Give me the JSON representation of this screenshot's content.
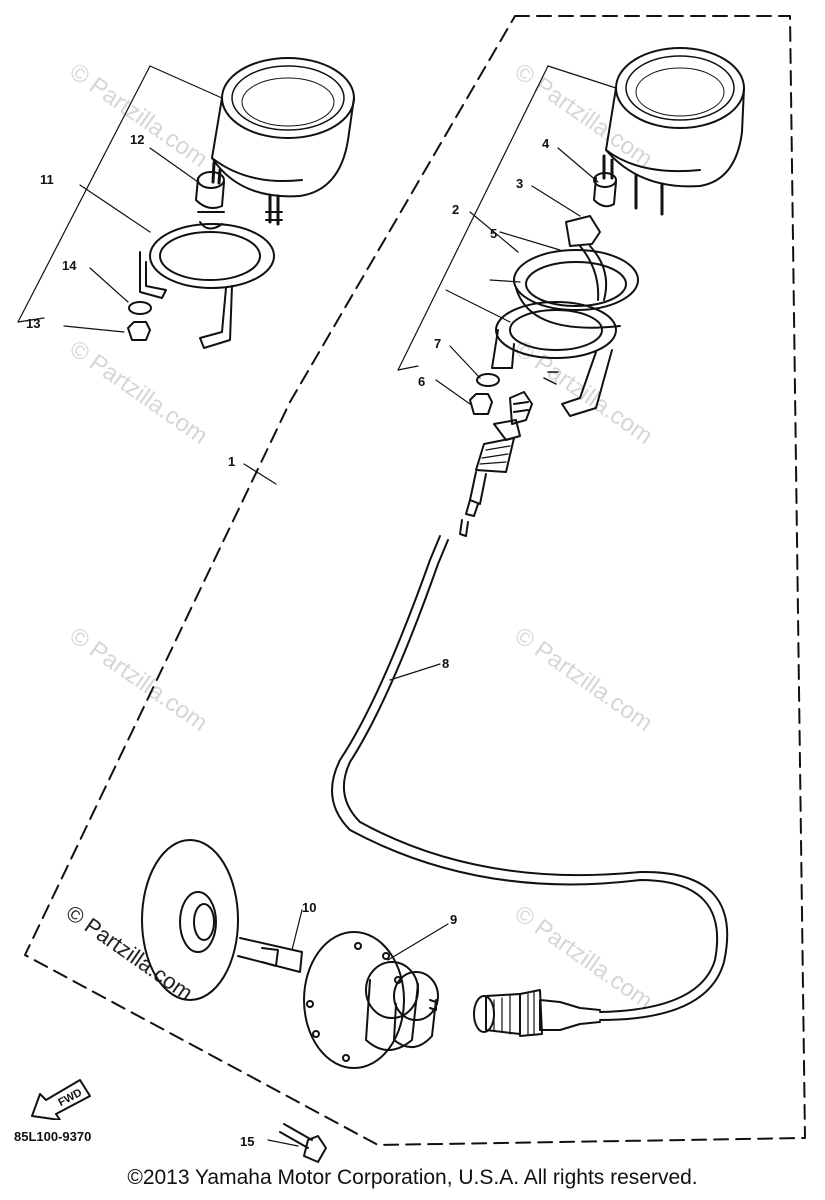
{
  "callouts": {
    "n1": "1",
    "n2": "2",
    "n3": "3",
    "n4": "4",
    "n5": "5",
    "n6": "6",
    "n7": "7",
    "n8": "8",
    "n9": "9",
    "n10": "10",
    "n11": "11",
    "n12": "12",
    "n13": "13",
    "n14": "14",
    "n15": "15"
  },
  "watermark": "© Partzilla.com",
  "fwd_text": "FWD",
  "part_number": "85L100-9370",
  "copyright": "©2013  Yamaha Motor Corporation, U.S.A. All rights reserved."
}
